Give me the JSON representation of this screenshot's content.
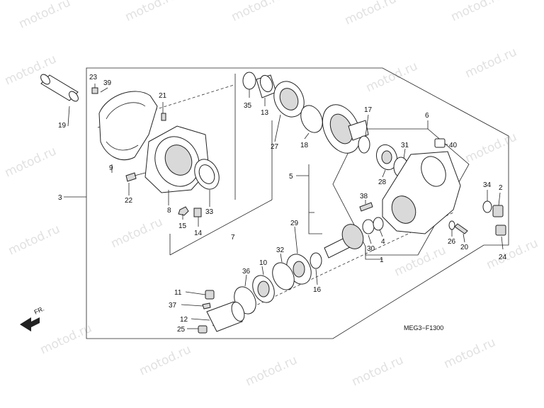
{
  "diagram": {
    "code": "MEG3−F1300",
    "front_label": "FR.",
    "watermark": "motod.ru",
    "callouts": {
      "c1": "1",
      "c2": "2",
      "c3": "3",
      "c4": "4",
      "c5": "5",
      "c6": "6",
      "c7": "7",
      "c8": "8",
      "c9": "9",
      "c10": "10",
      "c11": "11",
      "c12": "12",
      "c13": "13",
      "c14": "14",
      "c15": "15",
      "c16": "16",
      "c17": "17",
      "c18": "18",
      "c19": "19",
      "c20": "20",
      "c21": "21",
      "c22": "22",
      "c23": "23",
      "c24": "24",
      "c25": "25",
      "c26": "26",
      "c27": "27",
      "c28": "28",
      "c29": "29",
      "c30": "30",
      "c31": "31",
      "c32": "32",
      "c33": "33",
      "c34": "34",
      "c35": "35",
      "c36": "36",
      "c37": "37",
      "c38": "38",
      "c39": "39",
      "c40": "40"
    }
  }
}
